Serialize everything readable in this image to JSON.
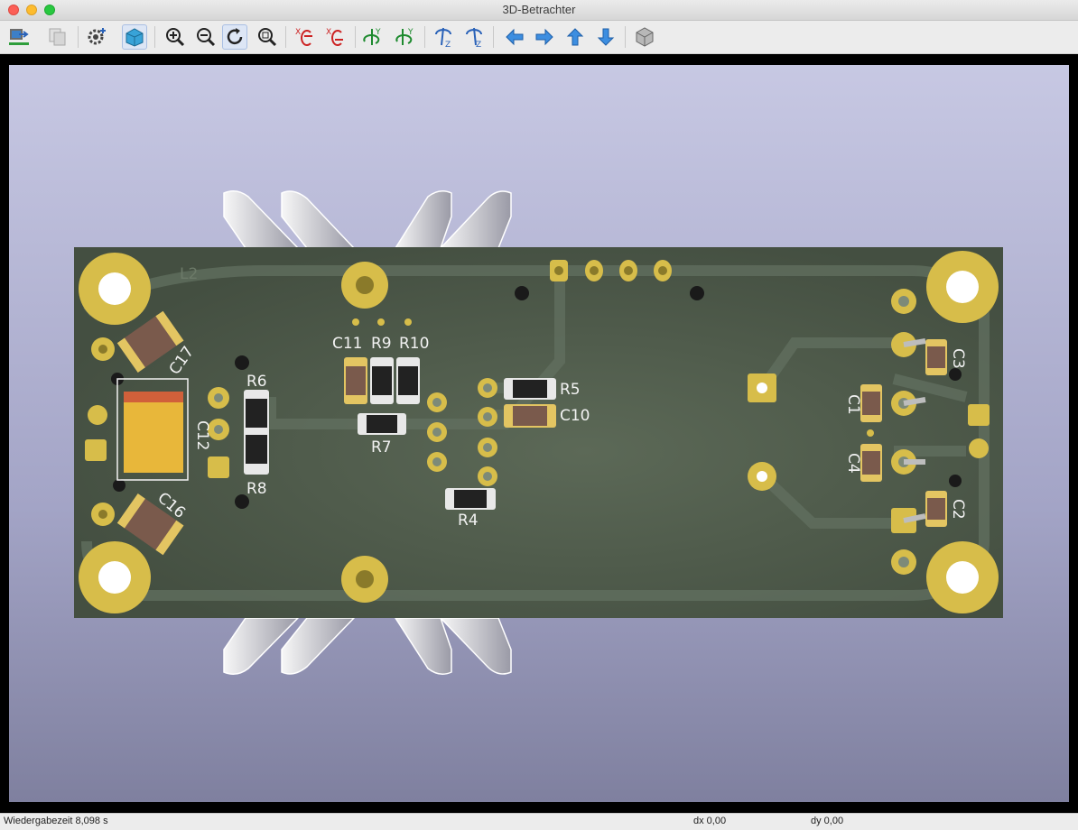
{
  "window": {
    "title": "3D-Betrachter"
  },
  "toolbar": {
    "buttons": [
      {
        "name": "reload-board-icon"
      },
      {
        "name": "copy-image-icon"
      },
      {
        "name": "settings-icon"
      },
      {
        "name": "raytracing-toggle-icon",
        "active": true
      },
      {
        "name": "zoom-in-icon"
      },
      {
        "name": "zoom-out-icon"
      },
      {
        "name": "redraw-icon",
        "active": true
      },
      {
        "name": "zoom-fit-icon"
      },
      {
        "name": "rotate-x-cw-icon"
      },
      {
        "name": "rotate-x-ccw-icon"
      },
      {
        "name": "rotate-y-cw-icon"
      },
      {
        "name": "rotate-y-ccw-icon"
      },
      {
        "name": "rotate-z-cw-icon"
      },
      {
        "name": "rotate-z-ccw-icon"
      },
      {
        "name": "pan-left-icon"
      },
      {
        "name": "pan-right-icon"
      },
      {
        "name": "pan-up-icon"
      },
      {
        "name": "pan-down-icon"
      },
      {
        "name": "orthographic-view-icon"
      }
    ]
  },
  "board": {
    "labels": {
      "l2": "L2",
      "c17": "C17",
      "c12": "C12",
      "c16": "C16",
      "r6": "R6",
      "r8": "R8",
      "c11": "C11",
      "r9": "R9",
      "r10": "R10",
      "r7": "R7",
      "r5": "R5",
      "c10": "C10",
      "r4": "R4",
      "c1": "C1",
      "c4": "C4",
      "c3": "C3",
      "c2": "C2"
    },
    "colors": {
      "solder_mask": "#4c5a47",
      "copper_pad": "#d7bd4a",
      "background_top": "#c7c8e3",
      "background_bottom": "#7f809f"
    }
  },
  "status": {
    "render_time": "Wiedergabezeit 8,098 s",
    "dx": "dx 0,00",
    "dy": "dy 0,00"
  }
}
